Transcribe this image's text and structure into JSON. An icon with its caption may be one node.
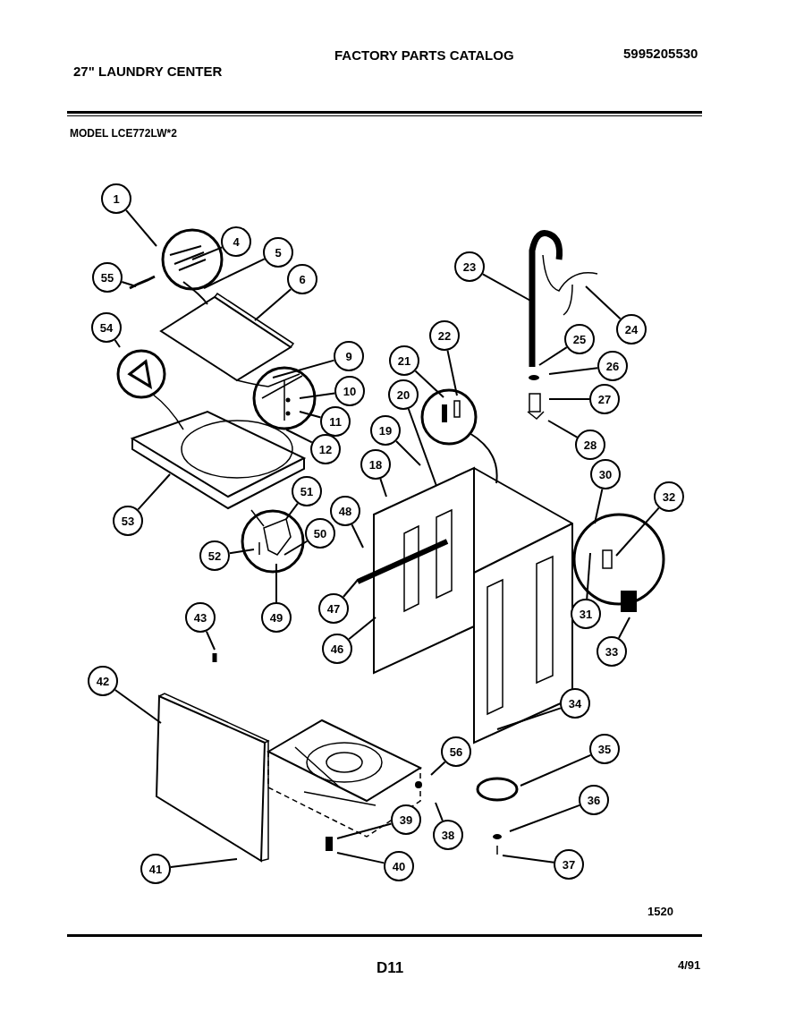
{
  "diagram": {
    "title": "FACTORY PARTS CATALOG",
    "nodes": [
      {
        "text": [
          "1"
        ]
      },
      {
        "text": [
          "4"
        ]
      },
      {
        "text": [
          "5"
        ]
      },
      {
        "text": [
          "6"
        ]
      },
      {
        "text": [
          "9"
        ]
      },
      {
        "text": [
          "10"
        ]
      },
      {
        "text": [
          "11"
        ]
      },
      {
        "text": [
          "12"
        ]
      },
      {
        "text": [
          "18"
        ]
      },
      {
        "text": [
          "19"
        ]
      },
      {
        "text": [
          "20"
        ]
      },
      {
        "text": [
          "21"
        ]
      },
      {
        "text": [
          "22"
        ]
      },
      {
        "text": [
          "23"
        ]
      },
      {
        "text": [
          "24"
        ]
      },
      {
        "text": [
          "25"
        ]
      },
      {
        "text": [
          "26"
        ]
      },
      {
        "text": [
          "27"
        ]
      },
      {
        "text": [
          "28"
        ]
      },
      {
        "text": [
          "30"
        ]
      },
      {
        "text": [
          "31"
        ]
      },
      {
        "text": [
          "32"
        ]
      },
      {
        "text": [
          "33"
        ]
      },
      {
        "text": [
          "34"
        ]
      },
      {
        "text": [
          "35"
        ]
      },
      {
        "text": [
          "36"
        ]
      },
      {
        "text": [
          "37"
        ]
      },
      {
        "text": [
          "38"
        ]
      },
      {
        "text": [
          "39"
        ]
      },
      {
        "text": [
          "40"
        ]
      },
      {
        "text": [
          "41"
        ]
      },
      {
        "text": [
          "42"
        ]
      },
      {
        "text": [
          "43"
        ]
      },
      {
        "text": [
          "46"
        ]
      },
      {
        "text": [
          "47"
        ]
      },
      {
        "text": [
          "48"
        ]
      },
      {
        "text": [
          "49"
        ]
      },
      {
        "text": [
          "50"
        ]
      },
      {
        "text": [
          "51"
        ]
      },
      {
        "text": [
          "52"
        ]
      },
      {
        "text": [
          "53"
        ]
      },
      {
        "text": [
          "54"
        ]
      },
      {
        "text": [
          "55"
        ]
      },
      {
        "text": [
          "56"
        ]
      }
    ],
    "edges": [
      {
        "from": 0,
        "to": null,
        "arrow": "none"
      },
      {
        "from": 1,
        "to": null,
        "arrow": "none"
      },
      {
        "from": 2,
        "to": null,
        "arrow": "none"
      },
      {
        "from": 3,
        "to": null,
        "arrow": "none"
      },
      {
        "from": 4,
        "to": null,
        "arrow": "none"
      },
      {
        "from": 5,
        "to": null,
        "arrow": "none"
      },
      {
        "from": 6,
        "to": null,
        "arrow": "none"
      },
      {
        "from": 7,
        "to": null,
        "arrow": "none"
      },
      {
        "from": 8,
        "to": null,
        "arrow": "none"
      },
      {
        "from": 9,
        "to": null,
        "arrow": "none"
      },
      {
        "from": 10,
        "to": null,
        "arrow": "none"
      },
      {
        "from": 11,
        "to": null,
        "arrow": "none"
      },
      {
        "from": 12,
        "to": null,
        "arrow": "none"
      },
      {
        "from": 13,
        "to": null,
        "arrow": "none"
      },
      {
        "from": 14,
        "to": null,
        "arrow": "none"
      },
      {
        "from": 15,
        "to": null,
        "arrow": "none"
      },
      {
        "from": 16,
        "to": null,
        "arrow": "none"
      },
      {
        "from": 17,
        "to": null,
        "arrow": "none"
      },
      {
        "from": 18,
        "to": null,
        "arrow": "none"
      },
      {
        "from": 19,
        "to": null,
        "arrow": "none"
      },
      {
        "from": 20,
        "to": null,
        "arrow": "none"
      },
      {
        "from": 21,
        "to": null,
        "arrow": "none"
      },
      {
        "from": 22,
        "to": null,
        "arrow": "none"
      },
      {
        "from": 23,
        "to": null,
        "arrow": "none"
      },
      {
        "from": 24,
        "to": null,
        "arrow": "none"
      },
      {
        "from": 25,
        "to": null,
        "arrow": "none"
      },
      {
        "from": 26,
        "to": null,
        "arrow": "none"
      },
      {
        "from": 27,
        "to": null,
        "arrow": "none"
      },
      {
        "from": 28,
        "to": null,
        "arrow": "none"
      },
      {
        "from": 29,
        "to": null,
        "arrow": "none"
      },
      {
        "from": 30,
        "to": null,
        "arrow": "none"
      },
      {
        "from": 31,
        "to": null,
        "arrow": "none"
      },
      {
        "from": 32,
        "to": null,
        "arrow": "none"
      },
      {
        "from": 33,
        "to": null,
        "arrow": "none"
      },
      {
        "from": 34,
        "to": null,
        "arrow": "none"
      },
      {
        "from": 35,
        "to": null,
        "arrow": "none"
      },
      {
        "from": 36,
        "to": null,
        "arrow": "none"
      },
      {
        "from": 37,
        "to": null,
        "arrow": "none"
      },
      {
        "from": 38,
        "to": null,
        "arrow": "none"
      },
      {
        "from": 39,
        "to": null,
        "arrow": "none"
      },
      {
        "from": 40,
        "to": null,
        "arrow": "none"
      },
      {
        "from": 41,
        "to": null,
        "arrow": "none"
      },
      {
        "from": 42,
        "to": null,
        "arrow": "none"
      },
      {
        "from": 43,
        "to": null,
        "arrow": "none"
      }
    ],
    "labels": [
      "27\" LAUNDRY CENTER",
      "5995205530",
      "MODEL LCE772LW*2",
      "1520",
      "D11",
      "4/91"
    ]
  }
}
